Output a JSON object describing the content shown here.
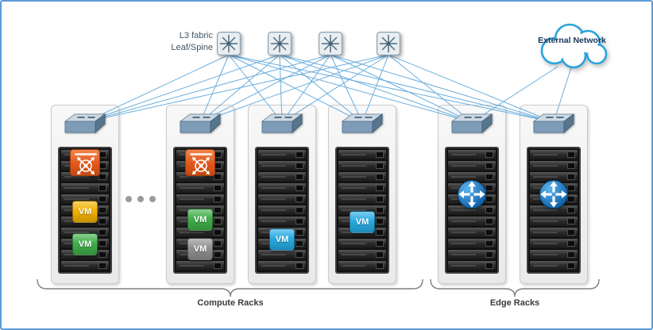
{
  "labels": {
    "spine": "L3 fabric\nLeaf/Spine",
    "external_network": "External Network",
    "compute_racks": "Compute Racks",
    "edge_racks": "Edge Racks"
  },
  "colors": {
    "link": "#6aaede",
    "canvas_border": "#5b9bd5",
    "cloud_stroke": "#29a3dd",
    "label_text": "#44546a",
    "brace": "#7f7f7f"
  },
  "spine_switches": [
    {
      "name": "spine-switch-1"
    },
    {
      "name": "spine-switch-2"
    },
    {
      "name": "spine-switch-3"
    },
    {
      "name": "spine-switch-4"
    }
  ],
  "racks": [
    {
      "name": "compute-rack-1",
      "group": "compute",
      "servers": 11,
      "overlays": [
        {
          "type": "service-gateway",
          "slot": 0.2
        },
        {
          "type": "vm",
          "label": "VM",
          "color": "#f2b200",
          "slot": 4.7
        },
        {
          "type": "vm",
          "label": "VM",
          "color": "#3fae49",
          "slot": 7.5
        }
      ]
    },
    {
      "name": "compute-rack-2",
      "group": "compute",
      "servers": 11,
      "overlays": [
        {
          "type": "service-gateway",
          "slot": 0.2
        },
        {
          "type": "vm",
          "label": "VM",
          "color": "#3fae49",
          "slot": 5.4
        },
        {
          "type": "vm",
          "label": "VM",
          "color": "#8f8f8f",
          "slot": 7.9
        }
      ]
    },
    {
      "name": "compute-rack-3",
      "group": "compute",
      "servers": 11,
      "overlays": [
        {
          "type": "vm",
          "label": "VM",
          "color": "#27aae1",
          "slot": 7.1
        }
      ]
    },
    {
      "name": "compute-rack-4",
      "group": "compute",
      "servers": 11,
      "overlays": [
        {
          "type": "vm",
          "label": "VM",
          "color": "#27aae1",
          "slot": 5.6
        }
      ]
    },
    {
      "name": "edge-rack-1",
      "group": "edge",
      "servers": 11,
      "overlays": [
        {
          "type": "router",
          "slot": 2.8
        }
      ]
    },
    {
      "name": "edge-rack-2",
      "group": "edge",
      "servers": 11,
      "overlays": [
        {
          "type": "router",
          "slot": 2.8
        }
      ]
    }
  ]
}
